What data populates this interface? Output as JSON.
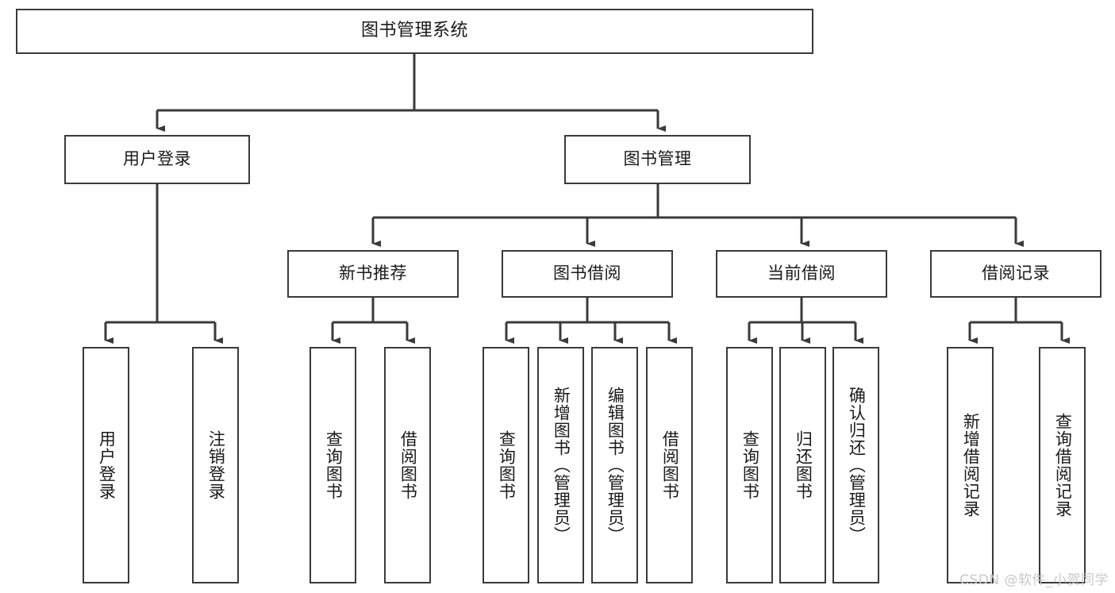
{
  "diagram": {
    "type": "tree-hierarchy",
    "title": "图书管理系统",
    "watermark": "CSDN @软件_小贺同学",
    "colors": {
      "stroke": "#3a3a3a",
      "fill": "#ffffff",
      "text": "#1a1a1a",
      "watermark": "#c9c9c9"
    },
    "levels": {
      "level1": [
        {
          "id": "root",
          "label": "图书管理系统",
          "orientation": "horizontal"
        }
      ],
      "level2": [
        {
          "id": "user-login",
          "label": "用户登录",
          "orientation": "horizontal"
        },
        {
          "id": "book-manage",
          "label": "图书管理",
          "orientation": "horizontal"
        }
      ],
      "level3": [
        {
          "id": "new-book-rec",
          "label": "新书推荐",
          "orientation": "horizontal",
          "parent": "book-manage"
        },
        {
          "id": "book-borrow",
          "label": "图书借阅",
          "orientation": "horizontal",
          "parent": "book-manage"
        },
        {
          "id": "current-borrow",
          "label": "当前借阅",
          "orientation": "horizontal",
          "parent": "book-manage"
        },
        {
          "id": "borrow-record",
          "label": "借阅记录",
          "orientation": "horizontal",
          "parent": "book-manage"
        }
      ],
      "level4": [
        {
          "id": "leaf-user-login",
          "label": "用户登录",
          "orientation": "vertical",
          "parent": "user-login"
        },
        {
          "id": "leaf-logout",
          "label": "注销登录",
          "orientation": "vertical",
          "parent": "user-login"
        },
        {
          "id": "leaf-query-book-1",
          "label": "查询图书",
          "orientation": "vertical",
          "parent": "new-book-rec"
        },
        {
          "id": "leaf-borrow-book-1",
          "label": "借阅图书",
          "orientation": "vertical",
          "parent": "new-book-rec"
        },
        {
          "id": "leaf-query-book-2",
          "label": "查询图书",
          "orientation": "vertical",
          "parent": "book-borrow"
        },
        {
          "id": "leaf-add-book",
          "label": "新增图书（管理员）",
          "orientation": "vertical",
          "parent": "book-borrow"
        },
        {
          "id": "leaf-edit-book",
          "label": "编辑图书（管理员）",
          "orientation": "vertical",
          "parent": "book-borrow"
        },
        {
          "id": "leaf-borrow-book-2",
          "label": "借阅图书",
          "orientation": "vertical",
          "parent": "book-borrow"
        },
        {
          "id": "leaf-query-book-3",
          "label": "查询图书",
          "orientation": "vertical",
          "parent": "current-borrow"
        },
        {
          "id": "leaf-return-book",
          "label": "归还图书",
          "orientation": "vertical",
          "parent": "current-borrow"
        },
        {
          "id": "leaf-confirm-return",
          "label": "确认归还（管理员）",
          "orientation": "vertical",
          "parent": "current-borrow"
        },
        {
          "id": "leaf-add-record",
          "label": "新增借阅记录",
          "orientation": "vertical",
          "parent": "borrow-record"
        },
        {
          "id": "leaf-query-record",
          "label": "查询借阅记录",
          "orientation": "vertical",
          "parent": "borrow-record"
        }
      ]
    }
  }
}
